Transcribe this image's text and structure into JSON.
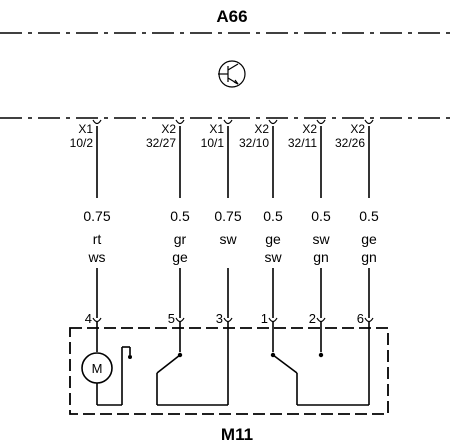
{
  "module_top": {
    "label": "A66"
  },
  "module_bottom": {
    "label": "M11"
  },
  "motor_label": "M",
  "wires": [
    {
      "conn": "X1",
      "conn_pin": "10/2",
      "size": "0.75",
      "color1": "rt",
      "color2": "ws",
      "pin": "4"
    },
    {
      "conn": "X2",
      "conn_pin": "32/27",
      "size": "0.5",
      "color1": "gr",
      "color2": "ge",
      "pin": "5"
    },
    {
      "conn": "X1",
      "conn_pin": "10/1",
      "size": "0.75",
      "color1": "sw",
      "color2": "",
      "pin": "3"
    },
    {
      "conn": "X2",
      "conn_pin": "32/10",
      "size": "0.5",
      "color1": "ge",
      "color2": "sw",
      "pin": "1"
    },
    {
      "conn": "X2",
      "conn_pin": "32/11",
      "size": "0.5",
      "color1": "sw",
      "color2": "gn",
      "pin": "2"
    },
    {
      "conn": "X2",
      "conn_pin": "32/26",
      "size": "0.5",
      "color1": "ge",
      "color2": "gn",
      "pin": "6"
    }
  ]
}
